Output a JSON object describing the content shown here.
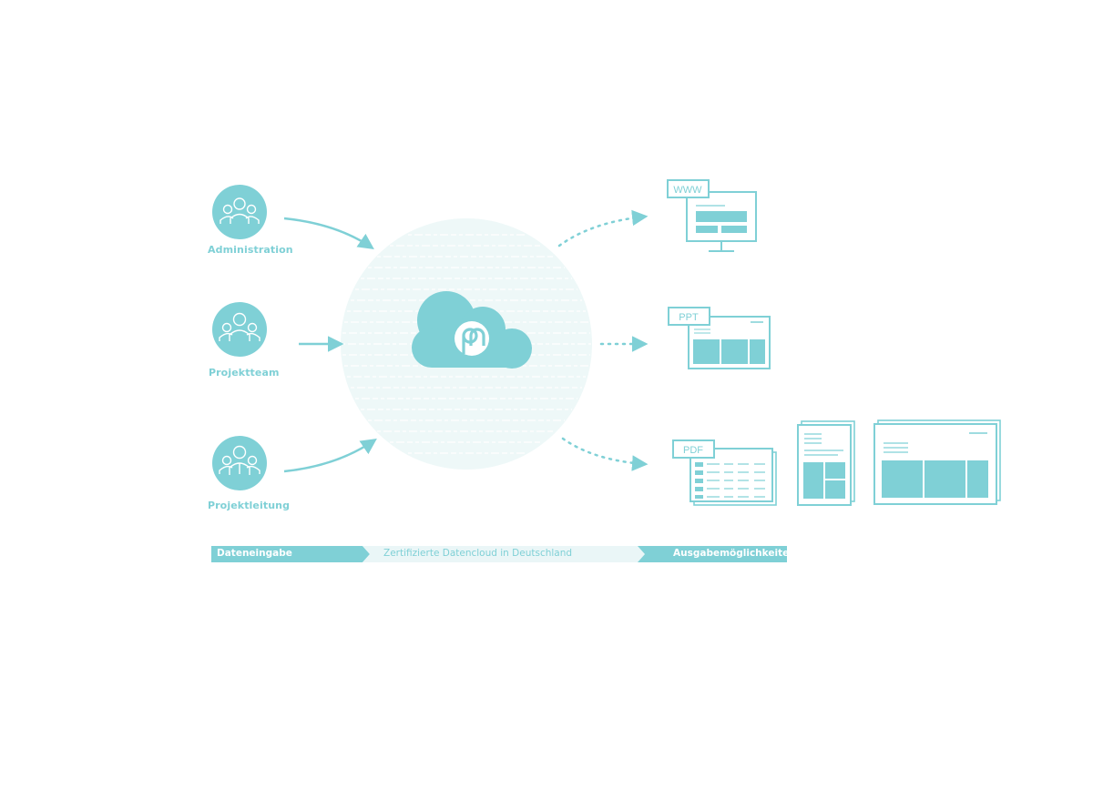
{
  "colors": {
    "accent": "#7fd0d6",
    "light": "#eaf6f7",
    "white": "#ffffff"
  },
  "inputs": [
    {
      "label": "Administration",
      "icon": "group-icon"
    },
    {
      "label": "Projektteam",
      "icon": "team-icon"
    },
    {
      "label": "Projektleitung",
      "icon": "leader-icon"
    }
  ],
  "cloud": {
    "icon": "pn-logo-icon"
  },
  "outputs": [
    {
      "tag": "WWW",
      "icon": "monitor-icon"
    },
    {
      "tag": "PPT",
      "icon": "slide-icon"
    },
    {
      "tag": "PDF",
      "icon": "document-stack-icon"
    }
  ],
  "process_bar": {
    "steps": [
      {
        "label": "Dateneingabe"
      },
      {
        "label": "Zertifizierte Datencloud in Deutschland"
      },
      {
        "label": "Ausgabemöglichkeiten"
      }
    ]
  }
}
